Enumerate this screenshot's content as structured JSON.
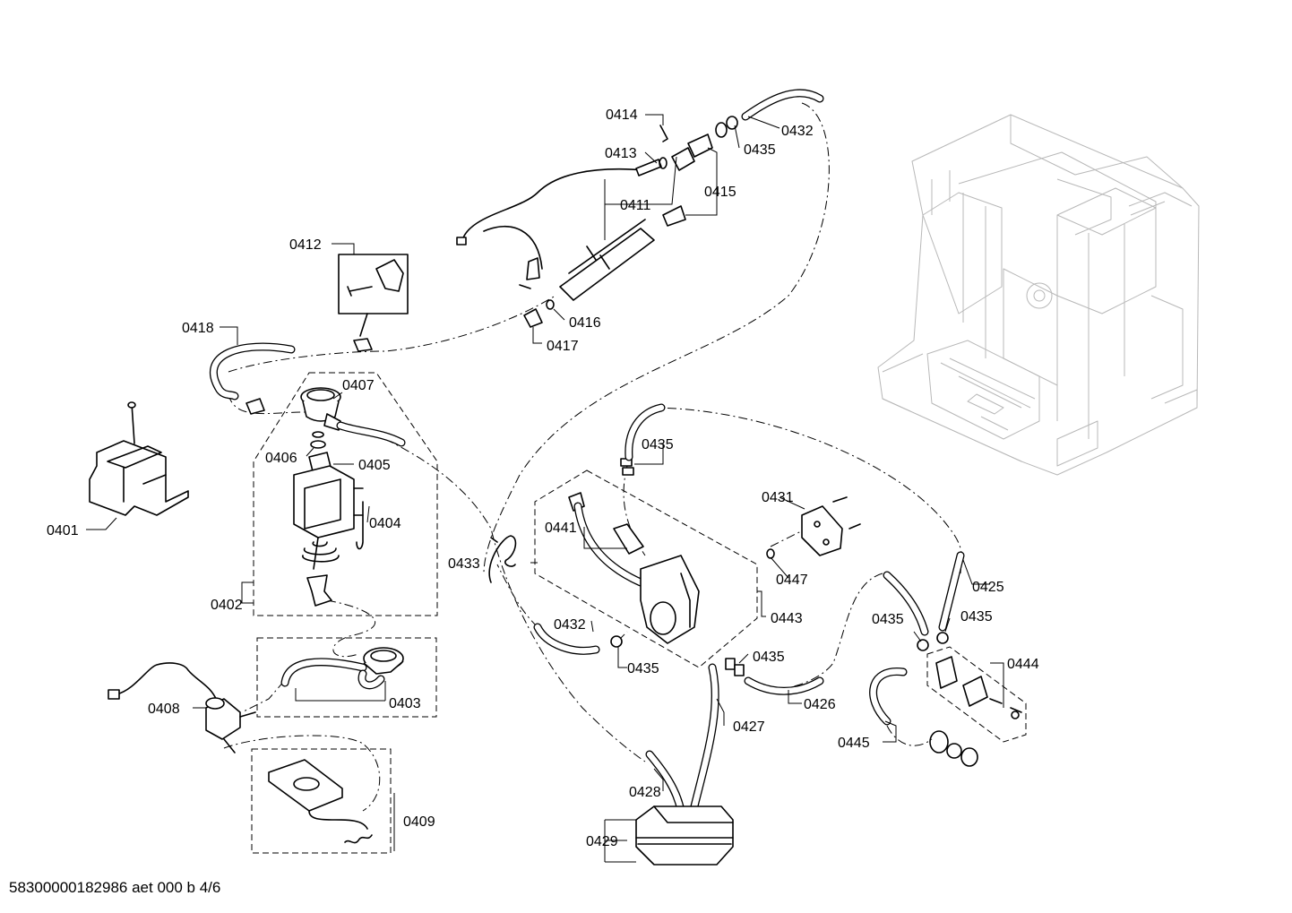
{
  "diagram": {
    "footer_text": "58300000182986 aet 000 b 4/6",
    "callouts": [
      {
        "id": "0401",
        "label": "0401"
      },
      {
        "id": "0402",
        "label": "0402"
      },
      {
        "id": "0403",
        "label": "0403"
      },
      {
        "id": "0404",
        "label": "0404"
      },
      {
        "id": "0405",
        "label": "0405"
      },
      {
        "id": "0406",
        "label": "0406"
      },
      {
        "id": "0407",
        "label": "0407"
      },
      {
        "id": "0408",
        "label": "0408"
      },
      {
        "id": "0409",
        "label": "0409"
      },
      {
        "id": "0411",
        "label": "0411"
      },
      {
        "id": "0412",
        "label": "0412"
      },
      {
        "id": "0413",
        "label": "0413"
      },
      {
        "id": "0414",
        "label": "0414"
      },
      {
        "id": "0415",
        "label": "0415"
      },
      {
        "id": "0416",
        "label": "0416"
      },
      {
        "id": "0417",
        "label": "0417"
      },
      {
        "id": "0418",
        "label": "0418"
      },
      {
        "id": "0425",
        "label": "0425"
      },
      {
        "id": "0426",
        "label": "0426"
      },
      {
        "id": "0427",
        "label": "0427"
      },
      {
        "id": "0428",
        "label": "0428"
      },
      {
        "id": "0429",
        "label": "0429"
      },
      {
        "id": "0431",
        "label": "0431"
      },
      {
        "id": "0432",
        "label": "0432"
      },
      {
        "id": "0433",
        "label": "0433"
      },
      {
        "id": "0435",
        "label": "0435"
      },
      {
        "id": "0441",
        "label": "0441"
      },
      {
        "id": "0443",
        "label": "0443"
      },
      {
        "id": "0444",
        "label": "0444"
      },
      {
        "id": "0445",
        "label": "0445"
      },
      {
        "id": "0447",
        "label": "0447"
      }
    ]
  }
}
